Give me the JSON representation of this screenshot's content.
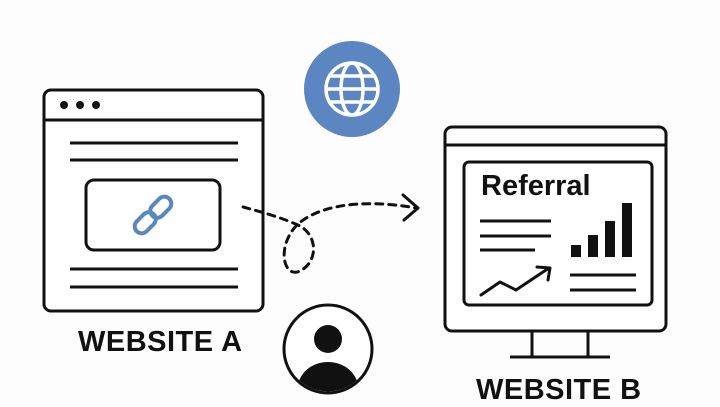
{
  "website_a": {
    "label": "WEBSITE A"
  },
  "website_b": {
    "label": "WEBSITE B",
    "screen_heading": "Referral"
  },
  "icons": [
    "browser-window-icon",
    "link-icon",
    "globe-icon",
    "user-avatar-icon",
    "monitor-icon",
    "bar-chart-icon",
    "trend-arrow-icon"
  ],
  "colors": {
    "accent": "#5b86c2",
    "ink": "#111111",
    "background": "#fdfdfd"
  }
}
